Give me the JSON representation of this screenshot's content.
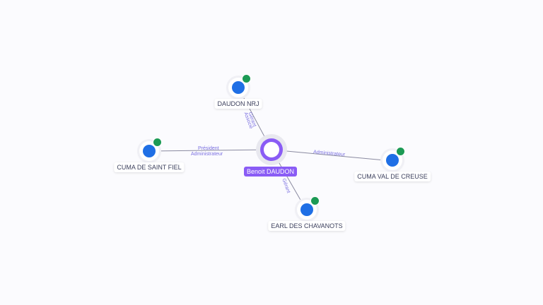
{
  "center": {
    "name": "Benoit DAUDON",
    "icon": "person-icon",
    "color": "#8a5cf5"
  },
  "nodes": [
    {
      "name": "DAUDON NRJ",
      "icon": "building-icon",
      "verified": true
    },
    {
      "name": "CUMA DE SAINT FIEL",
      "icon": "building-icon",
      "verified": true
    },
    {
      "name": "CUMA VAL DE CREUSE",
      "icon": "building-icon",
      "verified": true
    },
    {
      "name": "EARL DES CHAVANOTS",
      "icon": "building-icon",
      "verified": true
    }
  ],
  "edges": [
    {
      "to": "DAUDON NRJ",
      "roles": [
        "Gérant",
        "Associé"
      ]
    },
    {
      "to": "CUMA DE SAINT FIEL",
      "roles": [
        "Président",
        "Administrateur"
      ]
    },
    {
      "to": "CUMA VAL DE CREUSE",
      "roles": [
        "Administrateur"
      ]
    },
    {
      "to": "EARL DES CHAVANOTS",
      "roles": [
        "Gérant"
      ]
    }
  ]
}
